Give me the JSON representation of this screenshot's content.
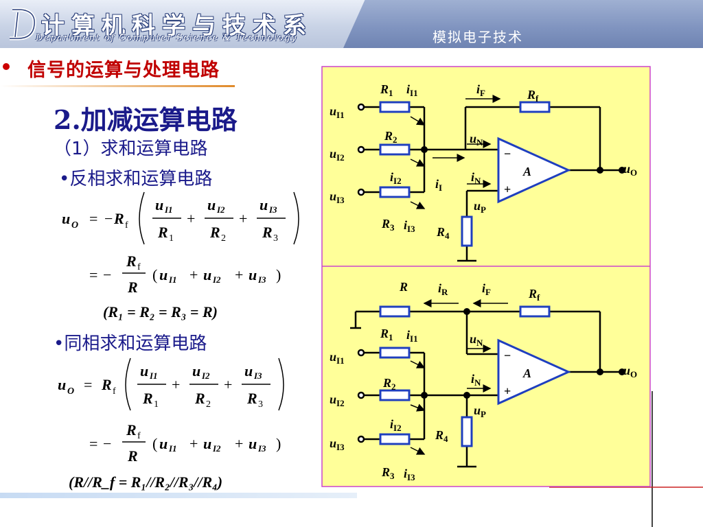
{
  "header": {
    "dept_cn": "计算机科学与技术系",
    "dept_en": "Department of Computer Science & Technology",
    "course": "模拟电子技术"
  },
  "section_title": "信号的运算与处理电路",
  "heading": "2.加减运算电路",
  "subheading": "（1）求和运算电路",
  "item1": "•反相求和运算电路",
  "item2": "•同相求和运算电路",
  "formula_labels": {
    "uO": "u",
    "O_sub": "O",
    "minus": "−",
    "Rf": "R",
    "f_sub": "f",
    "eq": "=",
    "uI1": "I1",
    "uI2": "I2",
    "uI3": "I3",
    "R1": "1",
    "R2": "2",
    "R3": "3",
    "R4": "4",
    "R": "R",
    "cond1": "(R₁ = R₂ = R₃ = R)",
    "cond2": "(R//R_f = R₁//R₂//R₃//R₄)"
  },
  "colors": {
    "title_red": "#c00000",
    "heading_blue": "#1a1a8a",
    "panel_bg": "#ffff99",
    "panel_border": "#cc44cc",
    "opamp_blue": "#1f3fbf",
    "resistor_blue": "#1f3fbf"
  },
  "circuit": {
    "top": {
      "R1": "R",
      "R1sub": "1",
      "i11": "i",
      "i11sub": "I1",
      "R2": "R",
      "R2sub": "2",
      "i12": "i",
      "i12sub": "I2",
      "R3": "R",
      "R3sub": "3",
      "i13": "i",
      "i13sub": "I3",
      "R4": "R",
      "R4sub": "4",
      "iF": "i",
      "iFsub": "F",
      "Rf": "R",
      "Rfsub": "f",
      "uI1": "u",
      "uI1sub": "I1",
      "uI2": "u",
      "uI2sub": "I2",
      "uI3": "u",
      "uI3sub": "I3",
      "uN": "u",
      "uNsub": "N",
      "iN": "i",
      "iNsub": "N",
      "iI": "i",
      "iIsub": "I",
      "uP": "u",
      "uPsub": "P",
      "uO": "u",
      "uOsub": "O",
      "minus": "−",
      "plus": "+",
      "A": "A"
    },
    "bottom": {
      "R": "R",
      "iR": "i",
      "iRsub": "R",
      "iF": "i",
      "iFsub": "F",
      "Rf": "R",
      "Rfsub": "f",
      "R1": "R",
      "R1sub": "1",
      "i11": "i",
      "i11sub": "I1",
      "R2": "R",
      "R2sub": "2",
      "i12": "i",
      "i12sub": "I2",
      "R3": "R",
      "R3sub": "3",
      "i13": "i",
      "i13sub": "I3",
      "R4": "R",
      "R4sub": "4",
      "uI1": "u",
      "uI1sub": "I1",
      "uI2": "u",
      "uI2sub": "I2",
      "uI3": "u",
      "uI3sub": "I3",
      "uN": "u",
      "uNsub": "N",
      "iN": "i",
      "iNsub": "N",
      "uP": "u",
      "uPsub": "P",
      "uO": "u",
      "uOsub": "O",
      "minus": "−",
      "plus": "+",
      "A": "A"
    }
  }
}
